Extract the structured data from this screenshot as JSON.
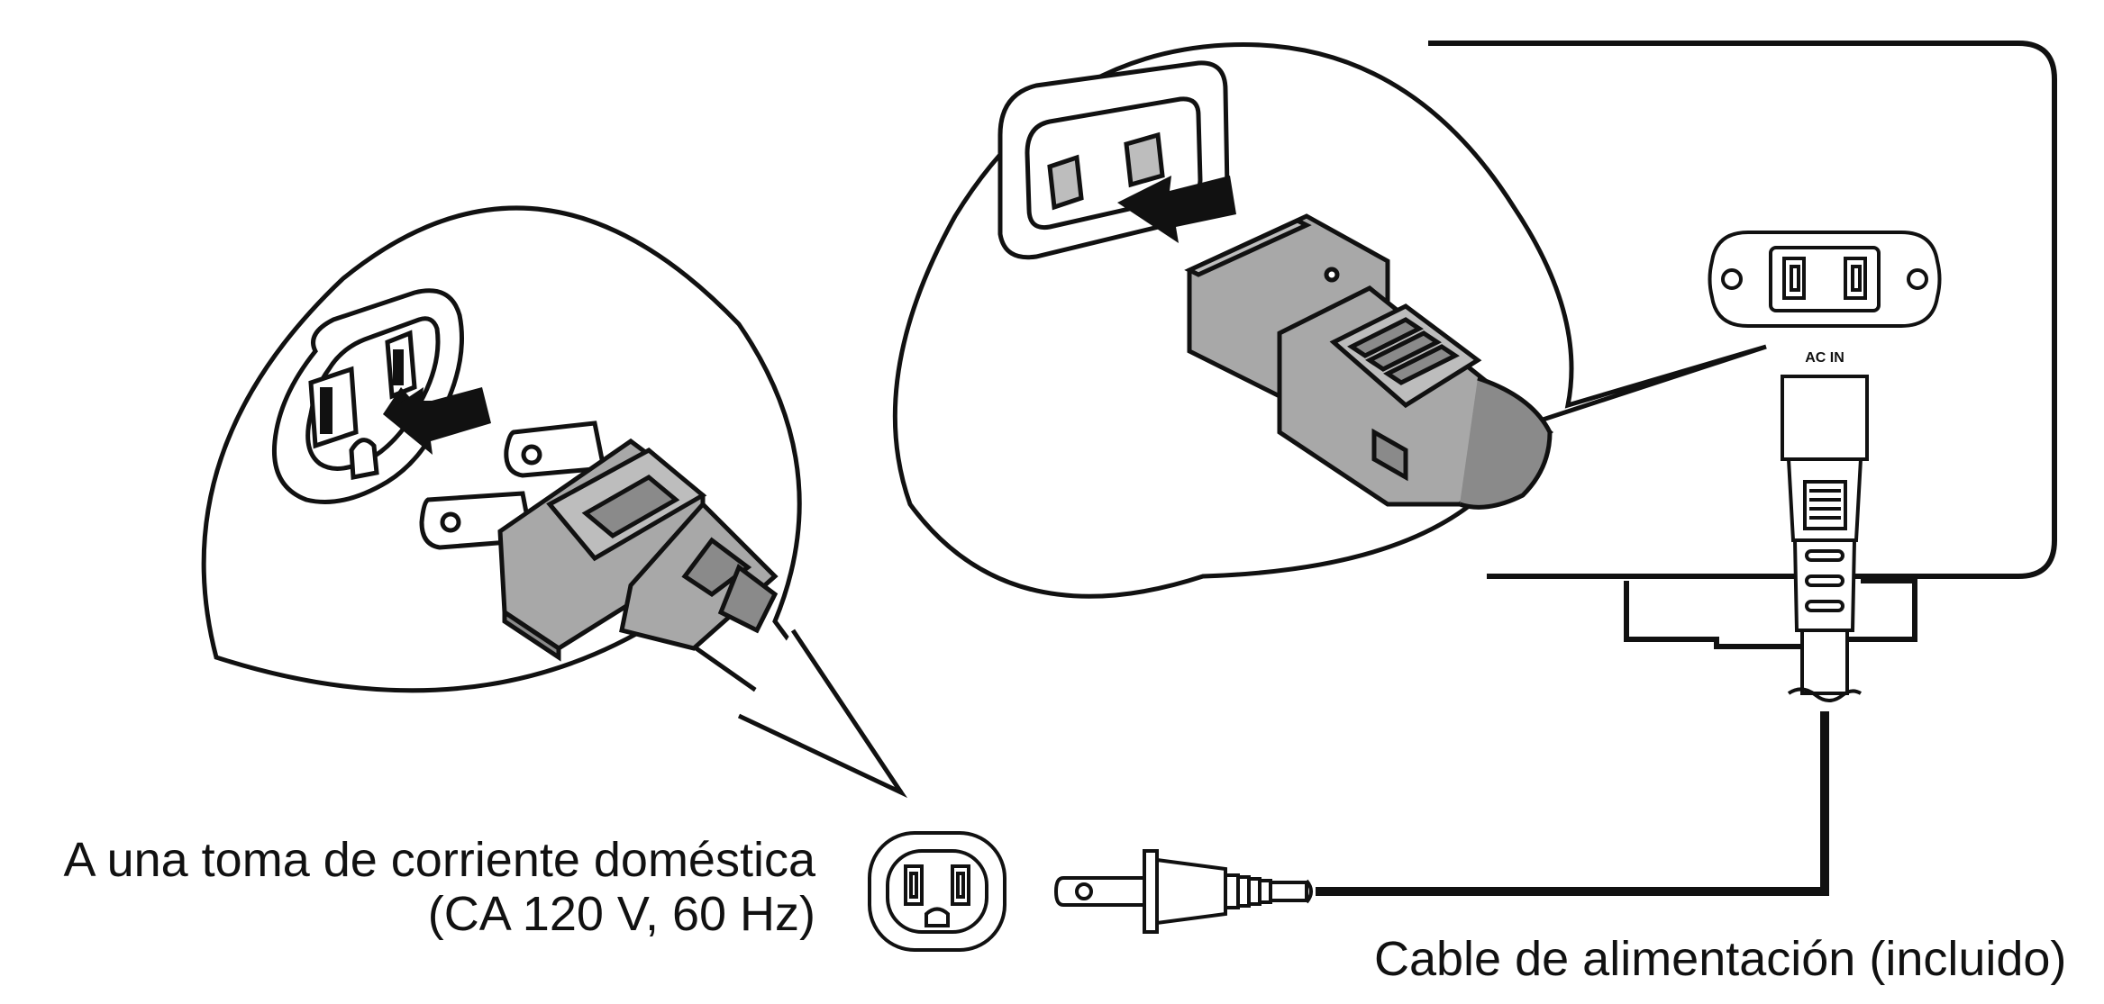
{
  "captions": {
    "outlet_line1": "A una toma de corriente doméstica",
    "outlet_line2": "(CA 120 V, 60 Hz)",
    "cable": "Cable de alimentación (incluido)"
  },
  "panel": {
    "ac_in_label": "AC IN"
  },
  "colors": {
    "line": "#111111",
    "plug_fill": "#a8a8a8",
    "plug_dark": "#8a8a8a",
    "arrow": "#111111",
    "background": "#ffffff"
  },
  "icons": {
    "left_magnifier": "wall-outlet-with-plug-icon",
    "right_magnifier": "ac-inlet-with-connector-icon",
    "small_outlet": "wall-outlet-icon",
    "small_plug": "plug-icon",
    "ac_inlet": "ac-inlet-icon"
  }
}
